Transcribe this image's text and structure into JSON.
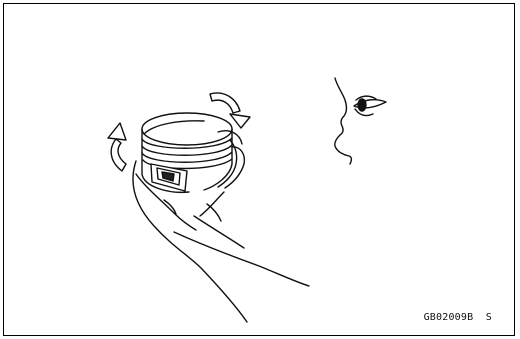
{
  "figure": {
    "code": "GB02009B  S",
    "icons": [
      "piston-illustration",
      "hand-illustration",
      "rotate-arrow-icon",
      "eye-icon",
      "face-profile-illustration"
    ]
  }
}
